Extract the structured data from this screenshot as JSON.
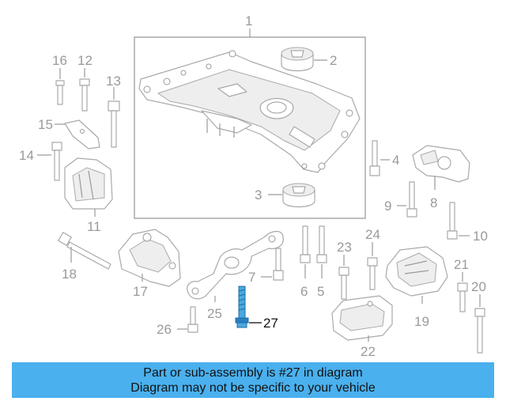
{
  "callouts": {
    "c1": "1",
    "c2": "2",
    "c3": "3",
    "c4": "4",
    "c5": "5",
    "c6": "6",
    "c7": "7",
    "c8": "8",
    "c9": "9",
    "c10": "10",
    "c11": "11",
    "c12": "12",
    "c13": "13",
    "c14": "14",
    "c15": "15",
    "c16": "16",
    "c17": "17",
    "c18": "18",
    "c19": "19",
    "c20": "20",
    "c21": "21",
    "c22": "22",
    "c23": "23",
    "c24": "24",
    "c25": "25",
    "c26": "26",
    "c27": "27"
  },
  "highlighted_part": "27",
  "colors": {
    "highlight": "#4aa8e0",
    "banner": "#4ab0ee",
    "line_art": "#a9a9a9"
  },
  "caption": {
    "line1": "Part or sub-assembly is #27 in diagram",
    "line2": "Diagram may not be specific to your vehicle"
  }
}
